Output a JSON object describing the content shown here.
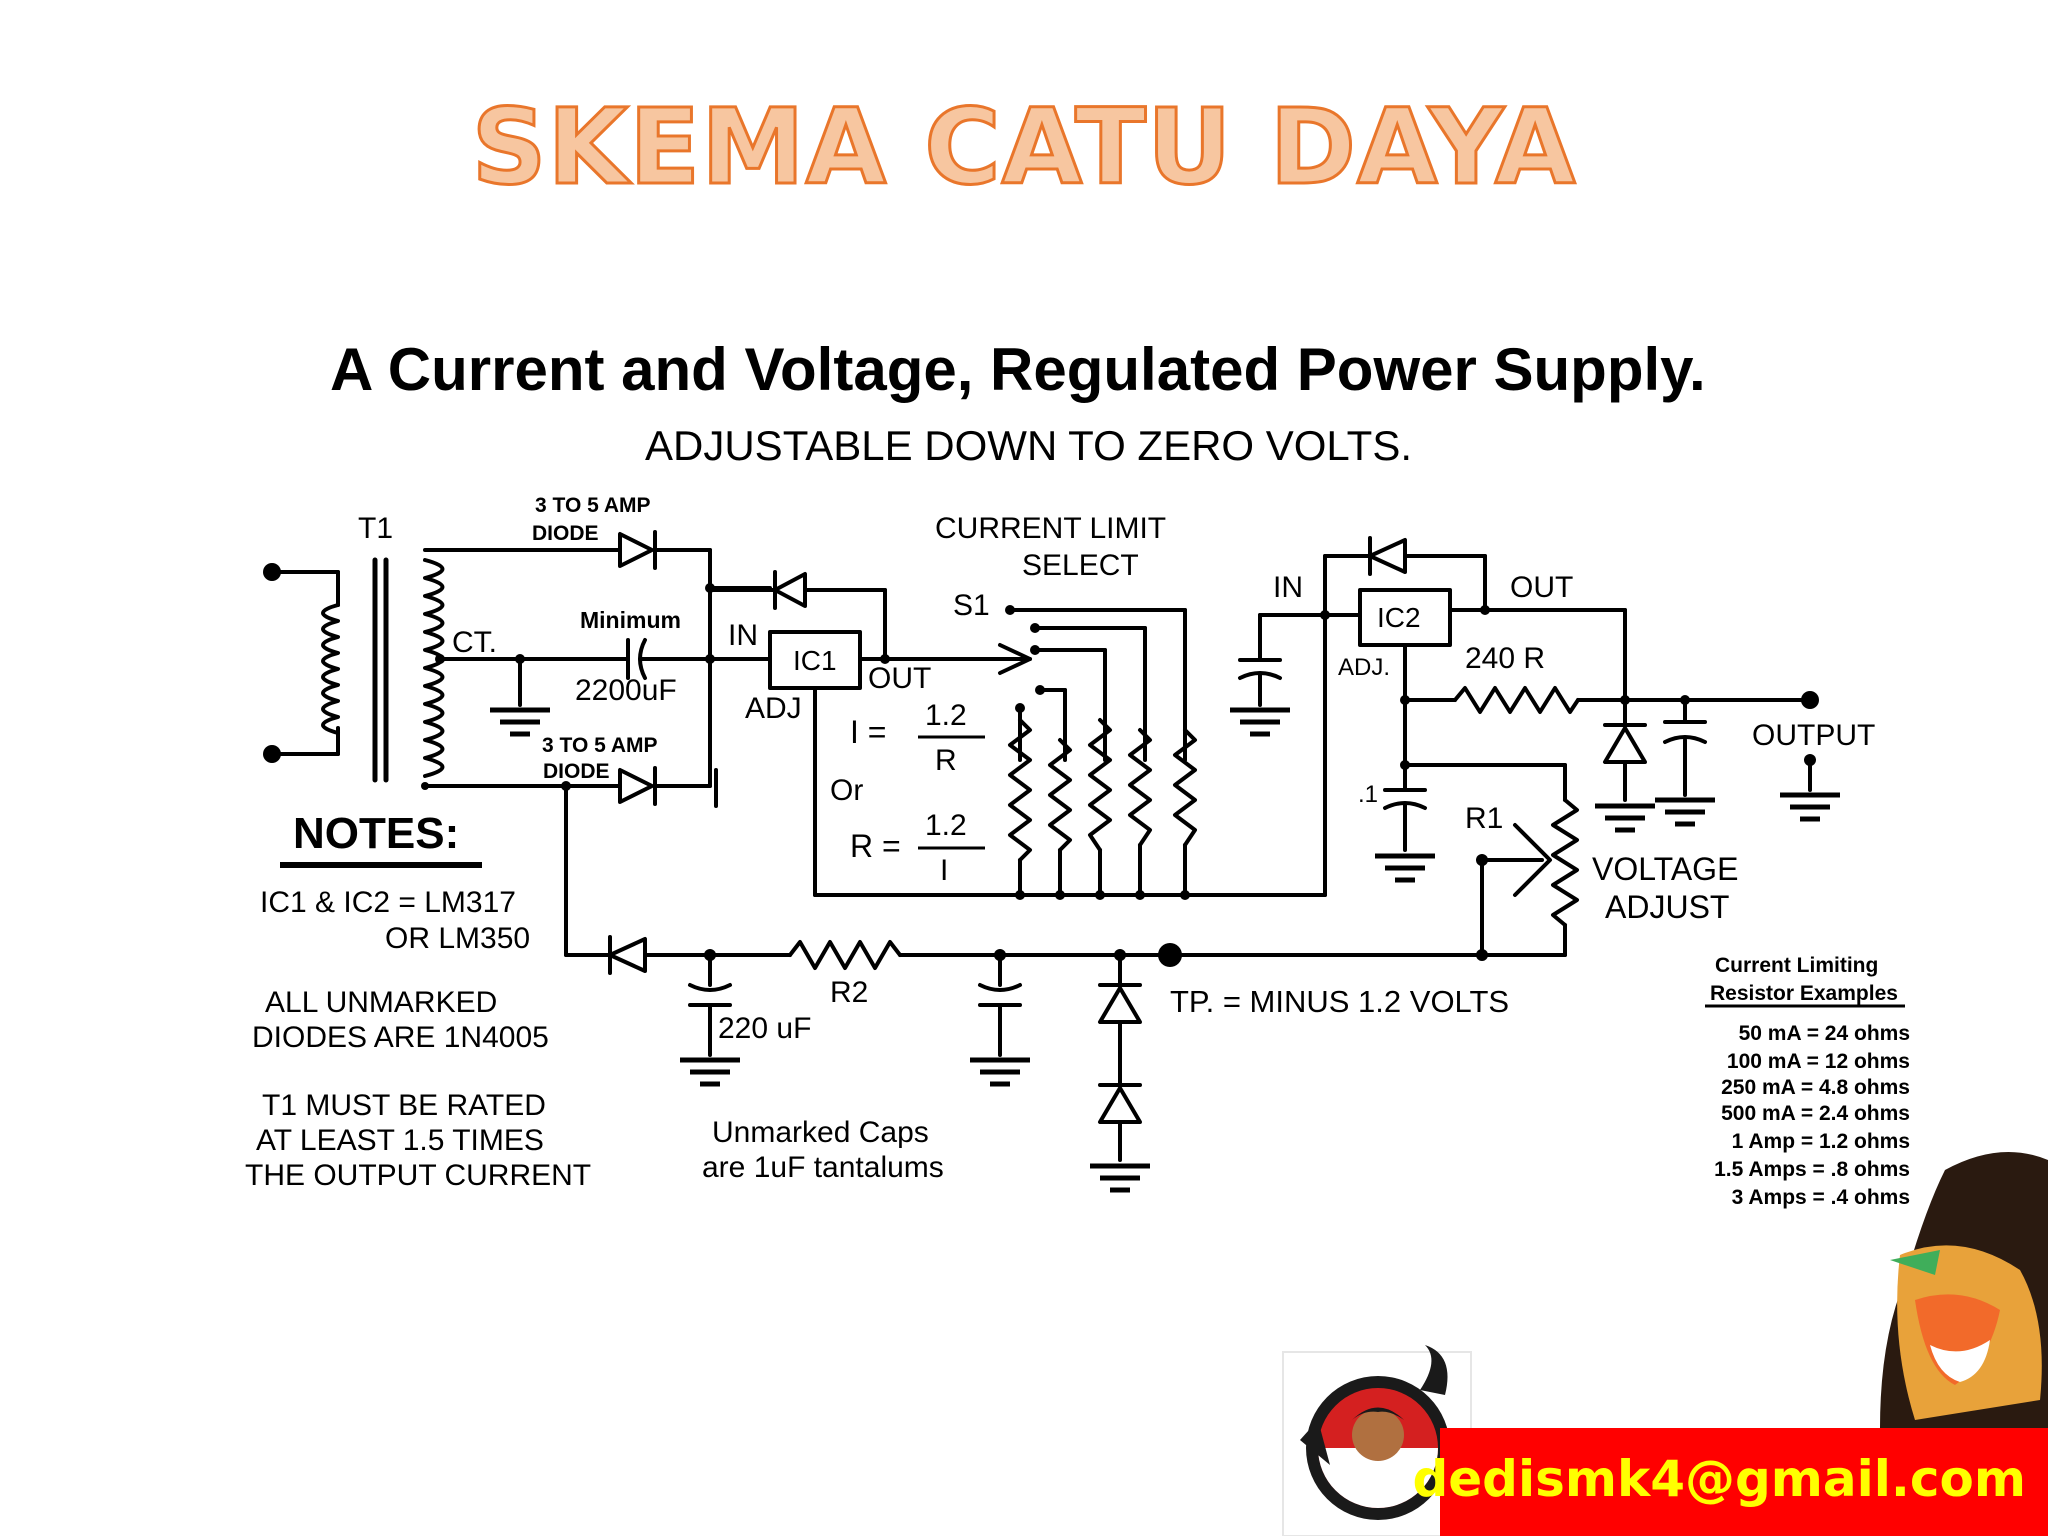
{
  "slide": {
    "title": "SKEMA CATU DAYA",
    "email": "dedismk4@gmail.com"
  },
  "schematic": {
    "title": "A Current and Voltage, Regulated Power Supply.",
    "subtitle": "ADJUSTABLE DOWN TO ZERO VOLTS.",
    "labels": {
      "t1": "T1",
      "diode_top_1": "3 TO 5 AMP",
      "diode_top_2": "DIODE",
      "diode_bot_1": "3 TO 5 AMP",
      "diode_bot_2": "DIODE",
      "ct": "CT.",
      "cap_min": "Minimum",
      "cap_value": "2200uF",
      "ic1_in": "IN",
      "ic1": "IC1",
      "ic1_out": "OUT",
      "ic1_adj": "ADJ",
      "current_limit": "CURRENT   LIMIT",
      "select": "SELECT",
      "s1": "S1",
      "eq_i_lhs": "I =",
      "eq_i_num": "1.2",
      "eq_i_den": "R",
      "eq_or": "Or",
      "eq_r_lhs": "R =",
      "eq_r_num": "1.2",
      "eq_r_den": "I",
      "ic2_in": "IN",
      "ic2": "IC2",
      "ic2_out": "OUT",
      "ic2_adj": "ADJ.",
      "r240": "240 R",
      "output": "OUTPUT",
      "cap_01": ".1",
      "r1": "R1",
      "voltage": "VOLTAGE",
      "adjust": "ADJUST",
      "r2": "R2",
      "cap_220": "220 uF",
      "tp": "TP.  =  MINUS 1.2 VOLTS",
      "unmarked_1": "Unmarked Caps",
      "unmarked_2": "are 1uF tantalums"
    },
    "notes": {
      "heading": "NOTES:",
      "line1": "IC1 & IC2 = LM317",
      "line2": "OR LM350",
      "line3": "ALL UNMARKED",
      "line4": "DIODES ARE 1N4005",
      "line5": "T1  MUST BE  RATED",
      "line6": "AT LEAST  1.5   TIMES",
      "line7": "THE  OUTPUT CURRENT"
    },
    "resistor_table": {
      "title_1": "Current Limiting",
      "title_2": "Resistor Examples",
      "rows": [
        "50 mA = 24 ohms",
        "100 mA = 12 ohms",
        "250 mA = 4.8 ohms",
        "500 mA = 2.4 ohms",
        "1 Amp = 1.2 ohms",
        "1.5 Amps = .8 ohms",
        "3 Amps = .4 ohms"
      ]
    }
  }
}
